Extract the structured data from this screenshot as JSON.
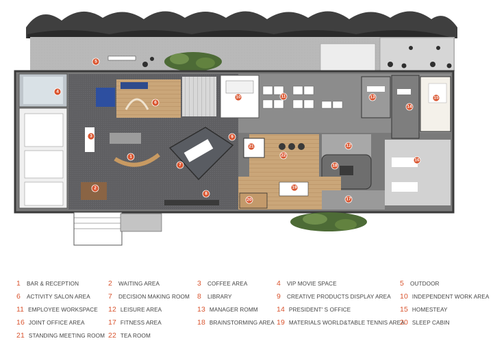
{
  "colors": {
    "marker": "#d9542e",
    "wall": "#444444",
    "floor_dark": "#6b6b6b",
    "floor_wood": "#c9a57a",
    "roof": "#b5b5b5",
    "greenery": "#5c7a3e",
    "legend_text": "#444444"
  },
  "markers": [
    "1",
    "2",
    "3",
    "4",
    "5",
    "6",
    "7",
    "8",
    "9",
    "10",
    "11",
    "12",
    "13",
    "14",
    "15",
    "16",
    "17",
    "18",
    "19",
    "20",
    "21",
    "22"
  ],
  "legend": [
    {
      "num": "1",
      "label": "BAR & RECEPTION"
    },
    {
      "num": "2",
      "label": "WAITING AREA"
    },
    {
      "num": "3",
      "label": "COFFEE AREA"
    },
    {
      "num": "4",
      "label": "VIP MOVIE SPACE"
    },
    {
      "num": "5",
      "label": "OUTDOOR"
    },
    {
      "num": "6",
      "label": "ACTIVITY SALON AREA"
    },
    {
      "num": "7",
      "label": "DECISION MAKING ROOM"
    },
    {
      "num": "8",
      "label": "LIBRARY"
    },
    {
      "num": "9",
      "label": "CREATIVE PRODUCTS DISPLAY AREA"
    },
    {
      "num": "10",
      "label": "INDEPENDENT WORK AREA"
    },
    {
      "num": "11",
      "label": "EMPLOYEE WORKSPACE"
    },
    {
      "num": "12",
      "label": "LEISURE  AREA"
    },
    {
      "num": "13",
      "label": "MANAGER ROMM"
    },
    {
      "num": "14",
      "label": "PRESIDENT' S OFFICE"
    },
    {
      "num": "15",
      "label": "HOMESTEAY"
    },
    {
      "num": "16",
      "label": "JOINT OFFICE AREA"
    },
    {
      "num": "17",
      "label": "FITNESS AREA"
    },
    {
      "num": "18",
      "label": "BRAINSTORMING AREA"
    },
    {
      "num": "19",
      "label": "MATERIALS WORLD&TABLE TENNIS AREA"
    },
    {
      "num": "20",
      "label": "SLEEP CABIN"
    },
    {
      "num": "21",
      "label": "STANDING MEETING ROOM"
    },
    {
      "num": "22",
      "label": "TEA ROOM"
    }
  ]
}
